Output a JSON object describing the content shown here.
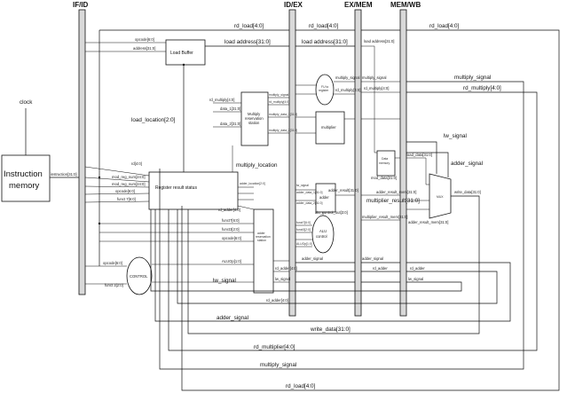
{
  "stages": {
    "if_id": "IF/ID",
    "id_ex": "ID/EX",
    "ex_mem": "EX/MEM",
    "mem_wb": "MEM/WB"
  },
  "blocks": {
    "instruction_memory": [
      "Instruction",
      "memory"
    ],
    "load_buffer": "Load Buffer",
    "register_result_status": "Register result status",
    "multiply_reservation": [
      "Multiply",
      "reservation",
      "station"
    ],
    "adder_reservation": [
      "adder",
      "reservation",
      "station"
    ],
    "control": "CONTROL",
    "alu_control": [
      "ALU",
      "control"
    ],
    "data_memory": [
      "Data",
      "memory"
    ],
    "fu_register": [
      "FU to",
      "register"
    ],
    "multiplier": "multiplier",
    "adder": "adder",
    "mux": "MUX"
  },
  "signals_large": {
    "clock": "clock",
    "rd_load_top": "rd_load[4:0]",
    "rd_load_ex": "rd_load[4:0]",
    "rd_load_wb": "rd_load[4:0]",
    "load_address_1": "load address[31:0]",
    "load_address_2": "load address[31:0]",
    "multiply_signal_wb": "multiply_signal",
    "rd_multiply_wb": "rd_multiply[4:0]",
    "load_location": "load_location[2:0]",
    "multiply_location": "multiply_location",
    "lw_signal_right": "lw_signal",
    "adder_signal_right": "adder_signal",
    "multiplier_result": "multiplier_result[31:0]",
    "lw_signal_left": "lw_signal",
    "bottom_adder_signal": "adder_signal",
    "bottom_write_data": "write_data[31:0]",
    "bottom_rd_multiplier": "rd_multiplier[4:0]",
    "bottom_multiply_signal": "multiply_signal",
    "bottom_rd_load": "rd_load[4:0]"
  },
  "signals_small": {
    "instruction": "instruction[31:0]",
    "opcode_top": "opcode[6:0]",
    "address_top": "address[31:0]",
    "rd": "rd[4:0]",
    "mod_reg_num_1": "mod_reg_num[24:0]",
    "mod_reg_num_2": "mod_reg_num[24:0]",
    "opcode_mid": "opcode[6:0]",
    "funct7": "funct 7[6:0]",
    "opcode_left": "opcode[6:0]",
    "funct3_left": "funct 3[2:0]",
    "rd_multiply_in": "rd_multiply[4:0]",
    "data1": "data_1[31:0]",
    "data2": "data_2[31:0]",
    "rd_adder_in": "rd_adder[4:0]",
    "funct7_b": "funct7[6:0]",
    "funct3_b": "funct3[2:0]",
    "opcode_b": "opcode[6:0]",
    "aluop": "ALUOp[1:0]",
    "adder_signal_ex": "adder_signal",
    "rd_adder_ex": "rd_adder[4:0]",
    "lw_signal_ex": "lw_signal",
    "rd_adder_mem": "rd_adder",
    "adder_signal_mem": "adder_signal",
    "rd_adder_wb": "rd_adder",
    "lw_signal_wb": "lw_signal",
    "alu_control_out": "alu_control_out[3:0]",
    "adder_result": "adder_result[31:0]",
    "adder_result_mem": "adder_result_mem[31:0]",
    "adder_result_mem_b": "adder_result_mem[31:0]",
    "multiplier_result_mem": "multiplier_result_mem[31:0]",
    "load_data": "load_data[31:0]",
    "mod_data": "mod_data[31:0]",
    "load_address_mem": "load address[31:0]",
    "multiply_signal_ex": "multiply_signal",
    "rd_multiply_ex": "rd_multiply[4:0]",
    "multiply_signal_mem": "multiply_signal",
    "rd_multiply_mem": "rd_multiply[4:0]",
    "write_data_right": "write_data[31:0]",
    "rd_adder_low": "rd_adder[4:0]",
    "multiply_signal_mul": "multiply_signal",
    "rd_multiply_mul": "rd_multiply[4:0]",
    "multiply_data1": "multiply_data_1[31:0]",
    "multiply_data2": "multiply_data_2[31:0]",
    "lw_sig_adder": "lw_signal",
    "adder_data1": "adder_data_1[31:0]",
    "adder_data2": "adder_data_2[31:0]",
    "adder_location": "adder_location[2:0]",
    "funct7_alu": "funct7[6:0]",
    "funct3_alu": "funct3[2:0]",
    "aluop_alu": "ALUOp[1:0]"
  }
}
